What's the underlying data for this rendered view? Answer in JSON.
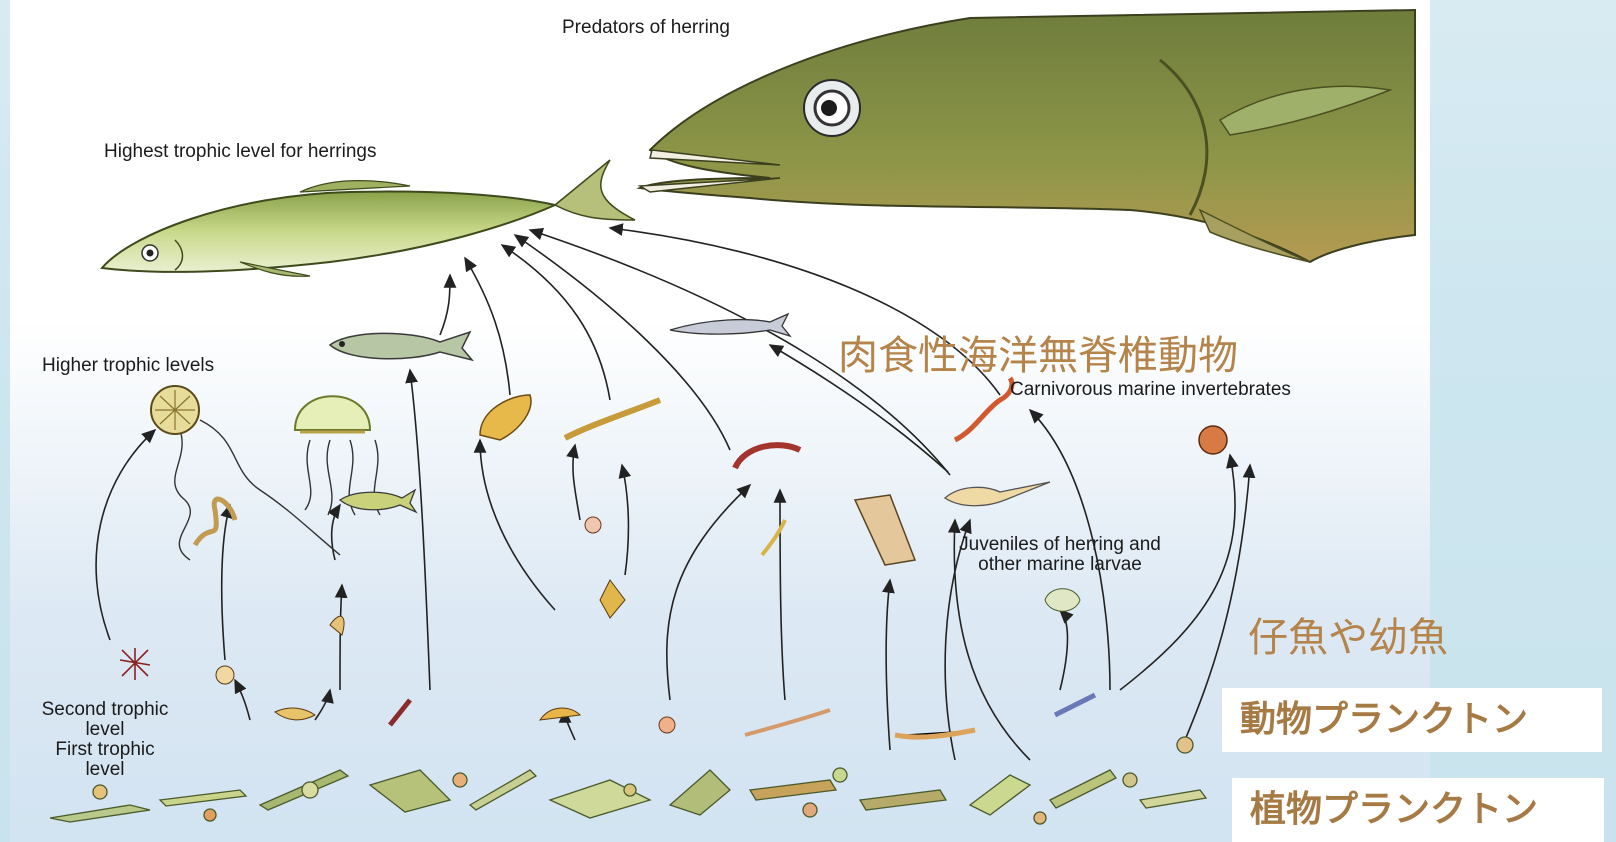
{
  "labels": {
    "predators": "Predators of herring",
    "highest": "Highest trophic level for herrings",
    "higher": "Higher trophic levels",
    "carnivorous": "Carnivorous marine invertebrates",
    "juveniles_line1": "Juveniles of herring and",
    "juveniles_line2": "other marine larvae",
    "second_line1": "Second trophic",
    "second_line2": "level",
    "first_line1": "First trophic",
    "first_line2": "level"
  },
  "jp_labels": {
    "carnivorous_jp": "肉食性海洋無脊椎動物",
    "fry_jp": "仔魚や幼魚",
    "zooplankton_jp": "動物プランクトン",
    "phytoplankton_jp": "植物プランクトン"
  },
  "colors": {
    "annotation": "#b4844a",
    "box_text": "#a67a45",
    "fish_body": "#8a9a4a",
    "herring_body": "#b6c86a",
    "arrow": "#222222"
  }
}
